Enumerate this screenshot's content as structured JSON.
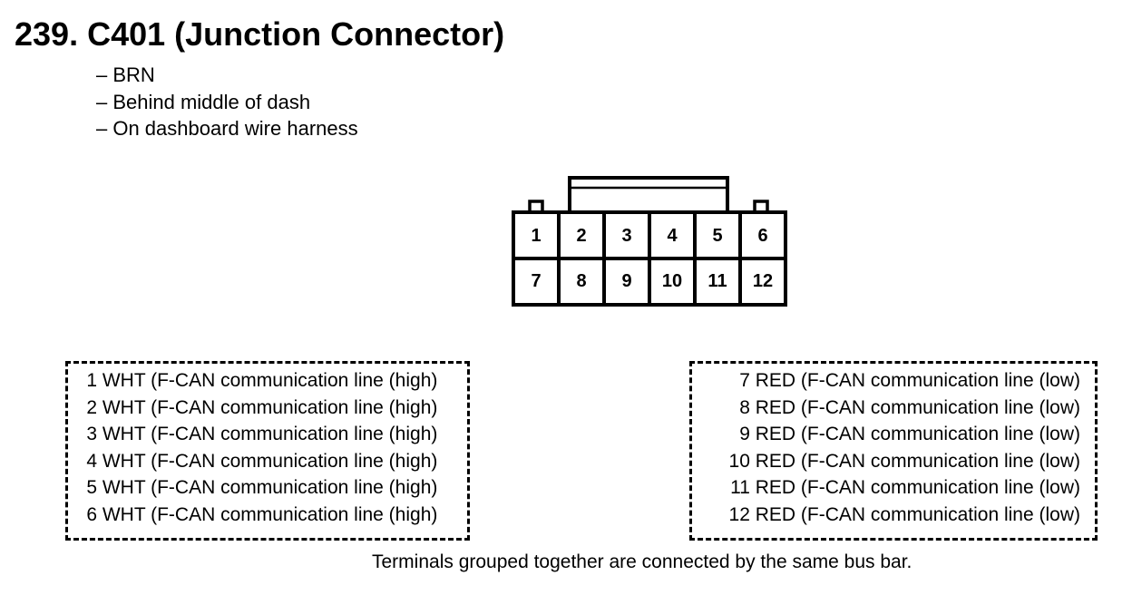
{
  "title": "239. C401 (Junction Connector)",
  "notes": [
    "– BRN",
    "– Behind middle of dash",
    "– On dashboard wire harness"
  ],
  "connector": {
    "top_row": [
      "1",
      "2",
      "3",
      "4",
      "5",
      "6"
    ],
    "bottom_row": [
      "7",
      "8",
      "9",
      "10",
      "11",
      "12"
    ]
  },
  "groups": [
    {
      "terminals": [
        {
          "num": "1",
          "text": "WHT (F-CAN communication line (high)"
        },
        {
          "num": "2",
          "text": "WHT (F-CAN communication line (high)"
        },
        {
          "num": "3",
          "text": "WHT (F-CAN communication line (high)"
        },
        {
          "num": "4",
          "text": "WHT (F-CAN communication line (high)"
        },
        {
          "num": "5",
          "text": "WHT (F-CAN communication line (high)"
        },
        {
          "num": "6",
          "text": "WHT (F-CAN communication line (high)"
        }
      ]
    },
    {
      "terminals": [
        {
          "num": "7",
          "text": "RED (F-CAN communication line (low)"
        },
        {
          "num": "8",
          "text": "RED (F-CAN communication line (low)"
        },
        {
          "num": "9",
          "text": "RED (F-CAN communication line (low)"
        },
        {
          "num": "10",
          "text": "RED (F-CAN communication line (low)"
        },
        {
          "num": "11",
          "text": "RED (F-CAN communication line (low)"
        },
        {
          "num": "12",
          "text": "RED (F-CAN communication line (low)"
        }
      ]
    }
  ],
  "footnote": "Terminals grouped together are connected by the same bus bar."
}
